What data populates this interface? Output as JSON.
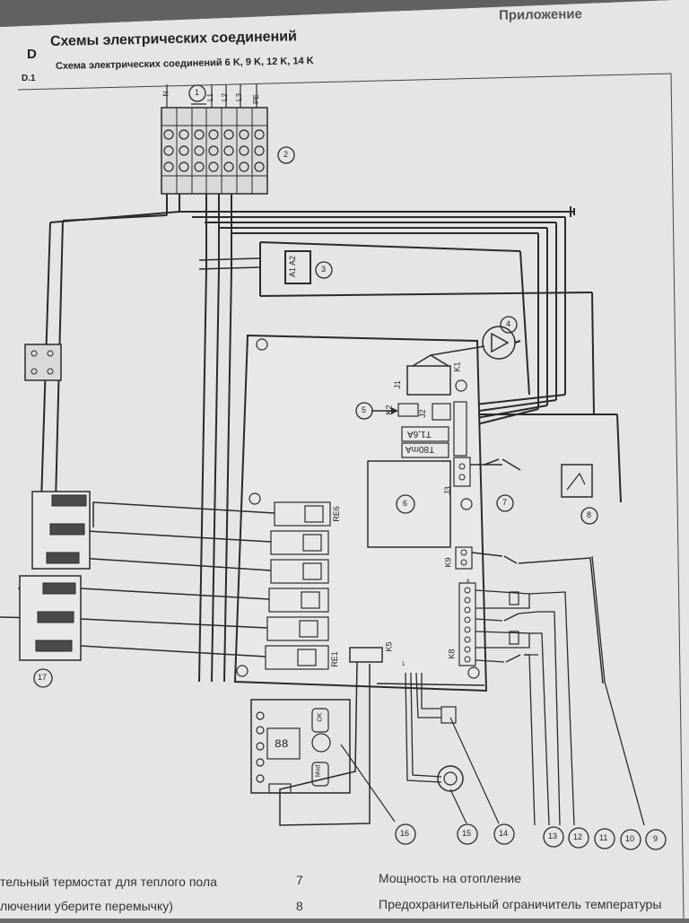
{
  "header": {
    "appendix": "Приложение",
    "section_letter": "D",
    "section_title": "Схемы электрических соединений",
    "sub_number": "D.1",
    "sub_title": "Схема электрических соединений 6 K, 9 K, 12 K, 14 K"
  },
  "diagram": {
    "terminal_labels": [
      "N",
      "L1",
      "L2",
      "L3",
      "PE"
    ],
    "connectors": {
      "j1": "J1",
      "j2": "J2",
      "j3": "J3",
      "k1": "K1",
      "k2": "K2",
      "k5": "K5",
      "k8": "K8",
      "k9": "K9",
      "re1": "RE1",
      "re6": "RE6",
      "k8_pin": "8",
      "cable_pin": "1"
    },
    "contactor_label": "A1 A2",
    "fuses": [
      "T1,6A",
      "T80mA"
    ],
    "panel_buttons": {
      "ok": "OK",
      "mod": "Mod",
      "display": "88"
    },
    "callouts": [
      "1",
      "2",
      "3",
      "4",
      "5",
      "6",
      "7",
      "8",
      "9",
      "10",
      "11",
      "12",
      "13",
      "14",
      "15",
      "16",
      "17"
    ]
  },
  "legend": {
    "rows": [
      {
        "left_text": "тельный термостат для теплого пола",
        "number": "7",
        "right_text": "Мощность на отопление"
      },
      {
        "left_text": "лючении уберите перемычку)",
        "number": "8",
        "right_text": "Предохранительный ограничитель температуры"
      }
    ]
  },
  "colors": {
    "paper": "#e4e6e3",
    "ink": "#2a2a2a",
    "background": "#6a6d6c"
  }
}
